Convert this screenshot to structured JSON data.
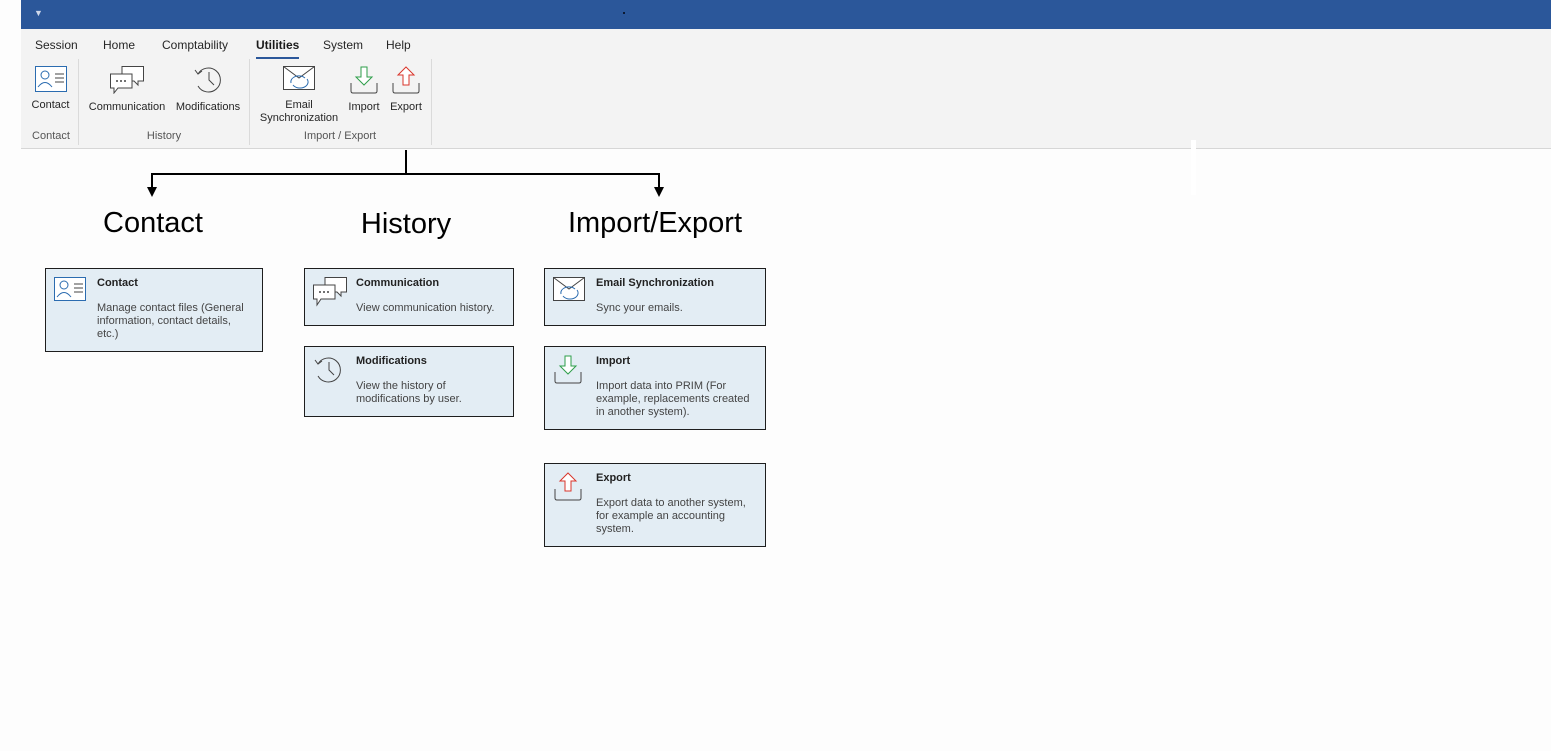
{
  "window": {
    "quick_access_icon": "quick-access-dropdown-icon"
  },
  "tabs": [
    {
      "label": "Session",
      "active": false
    },
    {
      "label": "Home",
      "active": false
    },
    {
      "label": "Comptability",
      "active": false
    },
    {
      "label": "Utilities",
      "active": true
    },
    {
      "label": "System",
      "active": false
    },
    {
      "label": "Help",
      "active": false
    }
  ],
  "ribbon": {
    "buttons": {
      "contact": {
        "label": "Contact",
        "icon": "contact-card-icon"
      },
      "communication": {
        "label": "Communication",
        "icon": "chat-bubbles-icon"
      },
      "modifications": {
        "label": "Modifications",
        "icon": "history-clock-icon"
      },
      "email_sync": {
        "label_line1": "Email",
        "label_line2": "Synchronization",
        "icon": "email-sync-icon"
      },
      "import": {
        "label": "Import",
        "icon": "import-arrow-icon"
      },
      "export": {
        "label": "Export",
        "icon": "export-arrow-icon"
      }
    },
    "groups": {
      "contact": "Contact",
      "history": "History",
      "import_export": "Import / Export"
    }
  },
  "sections": {
    "contact": "Contact",
    "history": "History",
    "import_export": "Import/Export"
  },
  "cards": {
    "contact": {
      "title": "Contact",
      "desc_lines": [
        "Manage contact files (General",
        "information, contact details,",
        "etc.)"
      ],
      "icon": "contact-card-icon"
    },
    "communication": {
      "title": "Communication",
      "desc_lines": [
        "View communication history."
      ],
      "icon": "chat-bubbles-icon"
    },
    "modifications": {
      "title": "Modifications",
      "desc_lines": [
        "View the history of",
        "modifications by user."
      ],
      "icon": "history-clock-icon"
    },
    "email_sync": {
      "title": "Email Synchronization",
      "desc_lines": [
        "Sync your emails."
      ],
      "icon": "email-sync-icon"
    },
    "import": {
      "title": "Import",
      "desc_lines": [
        "Import data into PRIM (For",
        "example, replacements created",
        "in another system)."
      ],
      "icon": "import-arrow-icon"
    },
    "export": {
      "title": "Export",
      "desc_lines": [
        "Export data to another system,",
        "for example an accounting",
        "system."
      ],
      "icon": "export-arrow-icon"
    }
  },
  "colors": {
    "titlebar": "#2b579a",
    "ribbon_bg": "#f3f3f3",
    "card_bg": "#e3edf4",
    "import_green": "#2e9e4a",
    "export_red": "#d9352b",
    "icon_blue": "#2b6cb0"
  }
}
